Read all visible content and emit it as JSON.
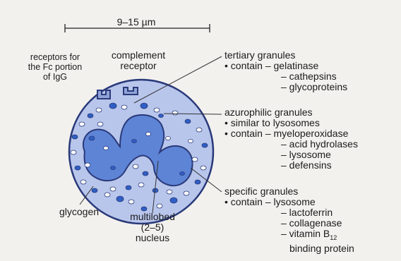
{
  "scale_bar": {
    "label": "9–15 µm"
  },
  "labels": {
    "receptors_fc": [
      "receptors for",
      "the Fc portion",
      "of IgG"
    ],
    "complement_receptor": [
      "complement",
      "receptor"
    ],
    "glycogen": "glycogen",
    "nucleus": [
      "multilobed",
      "(2–5)",
      "nucleus"
    ]
  },
  "tertiary": {
    "title": "tertiary granules",
    "contain_label": "• contain –",
    "items": [
      "gelatinase",
      "– cathepsins",
      "– glycoproteins"
    ]
  },
  "azurophilic": {
    "title": "azurophilic granules",
    "line1": "• similar to lysosomes",
    "contain_label": "• contain –",
    "items": [
      "myeloperoxidase",
      "– acid hydrolases",
      "– lysosome",
      "– defensins"
    ]
  },
  "specific": {
    "title": "specific granules",
    "contain_label": "• contain –",
    "items": [
      "lysosome",
      "– lactoferrin",
      "– collagenase"
    ],
    "vitamin_prefix": "– vitamin B",
    "vitamin_sub": "12",
    "vitamin_line2": "binding protein"
  },
  "colors": {
    "cell_fill": "#b9c6ec",
    "cell_stroke": "#2a3a7a",
    "nucleus_fill": "#5e84d6",
    "granule_dark": "#2f5fc4",
    "granule_light": "#ffffff",
    "leader_line": "#333333"
  }
}
